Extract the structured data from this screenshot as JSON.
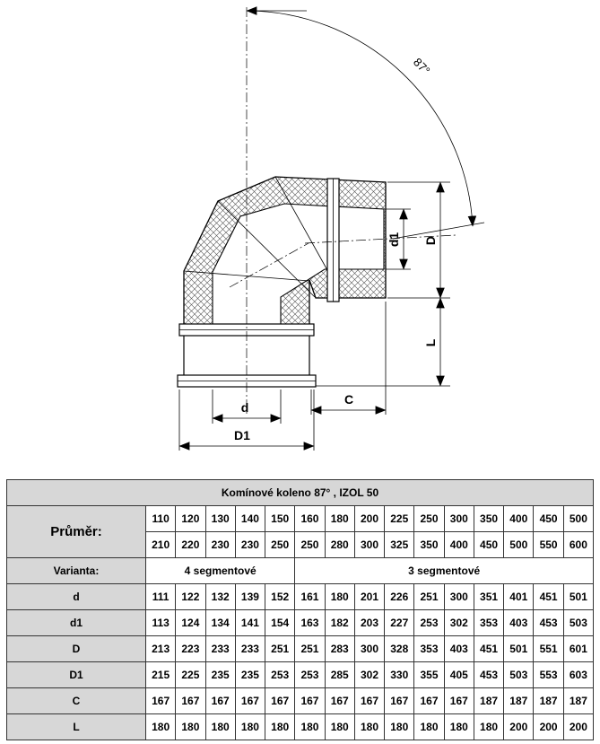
{
  "drawing": {
    "angle_label": "87°",
    "labels": {
      "d1": "d1",
      "D": "D",
      "L": "L",
      "C": "C",
      "d": "d",
      "D1": "D1"
    }
  },
  "table": {
    "title": "Komínové koleno 87° , IZOL 50",
    "diameter_label": "Průměr:",
    "diameter_row1": [
      "110",
      "120",
      "130",
      "140",
      "150",
      "160",
      "180",
      "200",
      "225",
      "250",
      "300",
      "350",
      "400",
      "450",
      "500"
    ],
    "diameter_row2": [
      "210",
      "220",
      "230",
      "230",
      "250",
      "250",
      "280",
      "300",
      "325",
      "350",
      "400",
      "450",
      "500",
      "550",
      "600"
    ],
    "variant_label": "Varianta:",
    "variant_segments_4": "4 segmentové",
    "variant_segments_3": "3 segmentové",
    "dim_rows": [
      {
        "label": "d",
        "values": [
          "111",
          "122",
          "132",
          "139",
          "152",
          "161",
          "180",
          "201",
          "226",
          "251",
          "300",
          "351",
          "401",
          "451",
          "501"
        ]
      },
      {
        "label": "d1",
        "values": [
          "113",
          "124",
          "134",
          "141",
          "154",
          "163",
          "182",
          "203",
          "227",
          "253",
          "302",
          "353",
          "403",
          "453",
          "503"
        ]
      },
      {
        "label": "D",
        "values": [
          "213",
          "223",
          "233",
          "233",
          "251",
          "251",
          "283",
          "300",
          "328",
          "353",
          "403",
          "451",
          "501",
          "551",
          "601"
        ]
      },
      {
        "label": "D1",
        "values": [
          "215",
          "225",
          "235",
          "235",
          "253",
          "253",
          "285",
          "302",
          "330",
          "355",
          "405",
          "453",
          "503",
          "553",
          "603"
        ]
      },
      {
        "label": "C",
        "values": [
          "167",
          "167",
          "167",
          "167",
          "167",
          "167",
          "167",
          "167",
          "167",
          "167",
          "167",
          "187",
          "187",
          "187",
          "187"
        ]
      },
      {
        "label": "L",
        "values": [
          "180",
          "180",
          "180",
          "180",
          "180",
          "180",
          "180",
          "180",
          "180",
          "180",
          "180",
          "180",
          "200",
          "200",
          "200"
        ]
      }
    ]
  },
  "colors": {
    "table_header_bg": "#d7d7d7",
    "border": "#333333",
    "line": "#000000"
  }
}
